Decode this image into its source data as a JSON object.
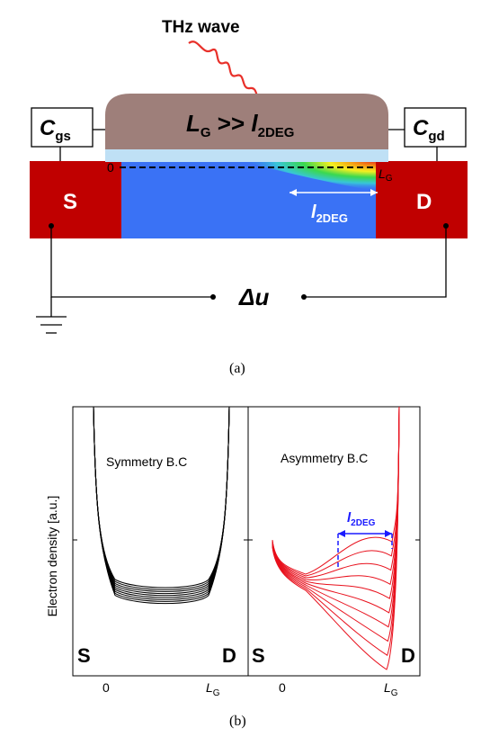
{
  "figure_a": {
    "wave_label": "THz wave",
    "gate_label": {
      "L": "L",
      "L_sub": "G",
      "op": " >> ",
      "l": "l",
      "l_sub": "2DEG"
    },
    "cgs": {
      "C": "C",
      "sub": "gs"
    },
    "cgd": {
      "C": "C",
      "sub": "gd"
    },
    "source": "S",
    "drain": "D",
    "channel_start": "0",
    "channel_end": {
      "L": "L",
      "sub": "G"
    },
    "l2deg": {
      "l": "l",
      "sub": "2DEG"
    },
    "delta_u": "Δu",
    "caption": "(a)",
    "colors": {
      "gate": "#9e7f7a",
      "oxide": "#bfe0f5",
      "contact": "#c00000",
      "channel": "#3a72f5",
      "wave": "#e8302a"
    }
  },
  "figure_b": {
    "left_title": "Symmetry B.C",
    "right_title": "Asymmetry B.C",
    "ylabel": "Electron density [a.u.]",
    "left_S": "S",
    "left_D": "D",
    "right_S": "S",
    "right_D": "D",
    "left_x0": "0",
    "left_xL": {
      "L": "L",
      "sub": "G"
    },
    "right_x0": "0",
    "right_xL": {
      "L": "L",
      "sub": "G"
    },
    "l2deg": {
      "l": "l",
      "sub": "2DEG"
    },
    "caption": "(b)",
    "colors": {
      "symmetric": "#000000",
      "asymmetric": "#e8101c",
      "annotation": "#1a1aff"
    }
  }
}
